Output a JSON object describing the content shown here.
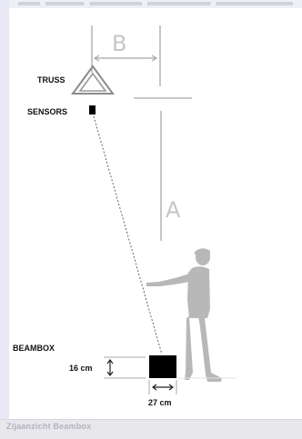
{
  "labels": {
    "truss": "TRUSS",
    "sensors": "SENSORS",
    "beambox": "BEAMBOX",
    "height": "16 cm",
    "width": "27 cm",
    "dimension_a": "A",
    "dimension_b": "B"
  },
  "caption": "Zijaanzicht Beambox",
  "colors": {
    "frame": "#e8e9f4",
    "figure": "#b8b8b8",
    "lines": "#a8a8a8",
    "box": "#000000"
  }
}
